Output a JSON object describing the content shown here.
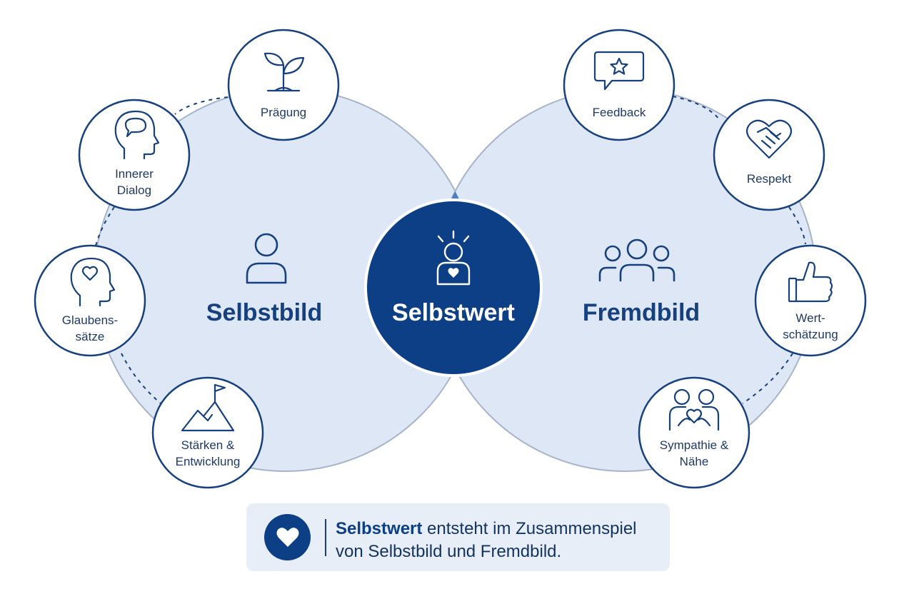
{
  "left_circle": {
    "label": "Selbstbild",
    "icon": "person-icon"
  },
  "right_circle": {
    "label": "Fremdbild",
    "icon": "group-icon"
  },
  "center": {
    "label": "Selbstwert",
    "icon": "radiant-person-heart-icon"
  },
  "left_nodes": [
    {
      "lines": [
        "Prägung"
      ],
      "icon": "sprout-icon"
    },
    {
      "lines": [
        "Innerer",
        "Dialog"
      ],
      "icon": "head-speech-icon"
    },
    {
      "lines": [
        "Glaubens-",
        "sätze"
      ],
      "icon": "head-heart-icon"
    },
    {
      "lines": [
        "Stärken &",
        "Entwicklung"
      ],
      "icon": "mountain-flag-icon"
    }
  ],
  "right_nodes": [
    {
      "lines": [
        "Feedback"
      ],
      "icon": "speech-star-icon"
    },
    {
      "lines": [
        "Respekt"
      ],
      "icon": "heart-handshake-icon"
    },
    {
      "lines": [
        "Wert-",
        "schätzung"
      ],
      "icon": "thumbs-up-icon"
    },
    {
      "lines": [
        "Sympathie &",
        "Nähe"
      ],
      "icon": "two-people-heart-icon"
    }
  ],
  "callout": {
    "bold": "Selbstwert",
    "rest": " entsteht im Zusammenspiel von Selbstbild und Fremdbild.",
    "icon": "heart-icon"
  },
  "colors": {
    "dark_blue": "#0d3f86",
    "mid_blue": "#4a7fbf",
    "light_blue": "#dde7f6",
    "text_blue": "#17407e"
  }
}
